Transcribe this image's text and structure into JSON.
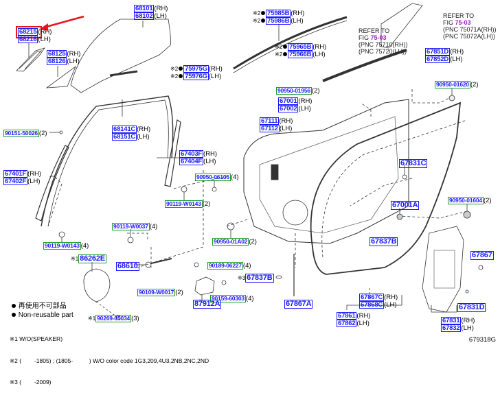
{
  "figure_id": "679318G",
  "highlight": {
    "part": "68215",
    "color": "#e8141c"
  },
  "colors": {
    "part_label": "#1a1aff",
    "bolt_label": "#1a9a2a",
    "refer_fig": "#a020c0",
    "highlight": "#e8141c"
  },
  "labels": [
    {
      "id": "l68215",
      "lines": [
        {
          "pn": "68215",
          "sfx": "(RH)"
        },
        {
          "pn": "68216",
          "sfx": "(LH)"
        }
      ]
    },
    {
      "id": "l68125",
      "lines": [
        {
          "pn": "68125",
          "sfx": "(RH)"
        },
        {
          "pn": "68126",
          "sfx": "(LH)"
        }
      ]
    },
    {
      "id": "l68101",
      "lines": [
        {
          "pn": "68101",
          "sfx": "(RH)"
        },
        {
          "pn": "68102",
          "sfx": "(LH)"
        }
      ]
    },
    {
      "id": "l75985",
      "lines": [
        {
          "pre": "※2",
          "dot": true,
          "pn": "75985B",
          "sfx": "(RH)"
        },
        {
          "pre": "※2",
          "dot": true,
          "pn": "75986B",
          "sfx": "(LH)"
        }
      ]
    },
    {
      "id": "l75965",
      "lines": [
        {
          "pre": "※2",
          "dot": true,
          "pn": "75965B",
          "sfx": "(RH)"
        },
        {
          "pre": "※2",
          "dot": true,
          "pn": "75966B",
          "sfx": "(LH)"
        }
      ]
    },
    {
      "id": "l75975",
      "lines": [
        {
          "pre": "※2",
          "dot": true,
          "pn": "75975G",
          "sfx": "(RH)"
        },
        {
          "pre": "※2",
          "dot": true,
          "pn": "75976G",
          "sfx": "(LH)"
        }
      ]
    },
    {
      "id": "l67851",
      "lines": [
        {
          "pn": "67851D",
          "sfx": "(RH)"
        },
        {
          "pn": "67852D",
          "sfx": "(LH)"
        }
      ]
    },
    {
      "id": "l90950_01620",
      "bolt": true,
      "lines": [
        {
          "pn": "90950-01620",
          "sfx": "(2)"
        }
      ]
    },
    {
      "id": "l90950_01956",
      "bolt": true,
      "lines": [
        {
          "pn": "90950-01956",
          "sfx": "(2)"
        }
      ]
    },
    {
      "id": "l67001",
      "lines": [
        {
          "pn": "67001",
          "sfx": "(RH)"
        },
        {
          "pn": "67002",
          "sfx": "(LH)"
        }
      ]
    },
    {
      "id": "l67111",
      "lines": [
        {
          "pn": "67111",
          "sfx": "(RH)"
        },
        {
          "pn": "67112",
          "sfx": "(LH)"
        }
      ]
    },
    {
      "id": "l90151",
      "bolt": true,
      "lines": [
        {
          "pn": "90151-50026",
          "sfx": "(2)"
        }
      ]
    },
    {
      "id": "l68141",
      "lines": [
        {
          "pn": "68141C",
          "sfx": "(RH)"
        },
        {
          "pn": "68151C",
          "sfx": "(LH)"
        }
      ]
    },
    {
      "id": "l67401",
      "lines": [
        {
          "pn": "67401F",
          "sfx": "(RH)"
        },
        {
          "pn": "67402F",
          "sfx": "(LH)"
        }
      ]
    },
    {
      "id": "l67403",
      "lines": [
        {
          "pn": "67403F",
          "sfx": "(RH)"
        },
        {
          "pn": "67404F",
          "sfx": "(LH)"
        }
      ]
    },
    {
      "id": "l90950_06105",
      "bolt": true,
      "lines": [
        {
          "pn": "90950-06105",
          "sfx": "(4)"
        }
      ]
    },
    {
      "id": "l90119_w0143a",
      "bolt": true,
      "lines": [
        {
          "pn": "90119-W0143",
          "sfx": "(2)"
        }
      ]
    },
    {
      "id": "l67831c",
      "lines": [
        {
          "pn": "67831C",
          "sfx": ""
        }
      ]
    },
    {
      "id": "l67001a",
      "lines": [
        {
          "pn": "67001A",
          "sfx": ""
        }
      ]
    },
    {
      "id": "l90950_01604",
      "bolt": true,
      "lines": [
        {
          "pn": "90950-01604",
          "sfx": "(2)"
        }
      ]
    },
    {
      "id": "l90119_w0037",
      "bolt": true,
      "lines": [
        {
          "pn": "90119-W0037",
          "sfx": "(4)"
        }
      ]
    },
    {
      "id": "l90950_01a02",
      "bolt": true,
      "lines": [
        {
          "pn": "90950-01A02",
          "sfx": "(2)"
        }
      ]
    },
    {
      "id": "l67837b_top",
      "lines": [
        {
          "pn": "67837B",
          "sfx": ""
        }
      ]
    },
    {
      "id": "l90119_w0143b",
      "bolt": true,
      "lines": [
        {
          "pn": "90119-W0143",
          "sfx": "(4)"
        }
      ]
    },
    {
      "id": "l86262e",
      "bolt": true,
      "lines": [
        {
          "pre": "※1",
          "pn": "86262E",
          "sfx": ""
        }
      ]
    },
    {
      "id": "l68610",
      "lines": [
        {
          "pn": "68610",
          "sfx": ""
        }
      ]
    },
    {
      "id": "l90189",
      "bolt": true,
      "lines": [
        {
          "pn": "90189-06227",
          "sfx": "(4)"
        }
      ]
    },
    {
      "id": "l67867",
      "lines": [
        {
          "pn": "67867",
          "sfx": ""
        }
      ]
    },
    {
      "id": "l67837b_low",
      "lines": [
        {
          "pre": "※3",
          "pn": "67837B",
          "sfx": ""
        }
      ]
    },
    {
      "id": "l90109",
      "bolt": true,
      "lines": [
        {
          "pn": "90109-W0017",
          "sfx": "(2)"
        }
      ]
    },
    {
      "id": "l90159",
      "bolt": true,
      "lines": [
        {
          "pn": "90159-60303",
          "sfx": "(4)"
        }
      ]
    },
    {
      "id": "l87912a",
      "lines": [
        {
          "pn": "87912A",
          "sfx": ""
        }
      ]
    },
    {
      "id": "l67867a",
      "lines": [
        {
          "pn": "67867A",
          "sfx": ""
        }
      ]
    },
    {
      "id": "l67867c",
      "lines": [
        {
          "pn": "67867C",
          "sfx": "(RH)"
        },
        {
          "pn": "67868C",
          "sfx": "(LH)"
        }
      ]
    },
    {
      "id": "l67831d",
      "lines": [
        {
          "pn": "67831D",
          "sfx": ""
        }
      ]
    },
    {
      "id": "l90269",
      "bolt": true,
      "lines": [
        {
          "pre": "※1",
          "pn": "90269-05034",
          "sfx": "(3)"
        }
      ]
    },
    {
      "id": "l67861",
      "lines": [
        {
          "pn": "67861",
          "sfx": "(RH)"
        },
        {
          "pn": "67862",
          "sfx": "(LH)"
        }
      ]
    },
    {
      "id": "l67831",
      "lines": [
        {
          "pn": "67831",
          "sfx": "(RH)"
        },
        {
          "pn": "67832",
          "sfx": "(LH)"
        }
      ]
    }
  ],
  "refer_notes": [
    {
      "id": "r1",
      "line1": "REFER TO",
      "fig_prefix": "FIG ",
      "fig": "75-03",
      "pnc1": "(PNC 75710(RH))",
      "pnc2": "(PNC 75720(LH))"
    },
    {
      "id": "r2",
      "line1": "REFER TO",
      "fig_prefix": "FIG ",
      "fig": "75-03",
      "pnc1": "(PNC 75071A(RH))",
      "pnc2": "(PNC 75072A(LH))"
    }
  ],
  "legend": {
    "jp": "再使用不可部品",
    "en": "Non-reusable part"
  },
  "notes": [
    "※1 W/O(SPEAKER)",
    "※2 (        -1805) ; (1805-          ) W/O color code 1G3,209,4U3,2NB,2NC,2ND",
    "※3 (        -2009)"
  ]
}
